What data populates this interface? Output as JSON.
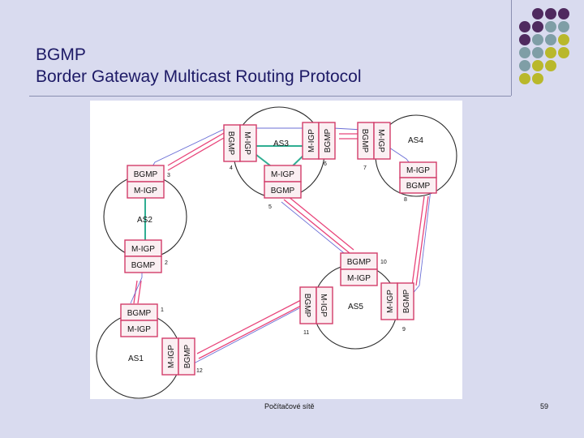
{
  "slide": {
    "title_line1": "BGMP",
    "title_line2": "Border Gateway Multicast Routing Protocol",
    "footer": "Počítačové sítě",
    "page_number": "59"
  },
  "colors": {
    "title": "#1d1a66",
    "dot_purple": "#4f2a5f",
    "dot_teal": "#7f9ea6",
    "dot_olive": "#b9b82b",
    "igp_link": "#2fae92",
    "bgmp_link": "#e8447a",
    "multicast_path": "#6b6fd6"
  },
  "diagram": {
    "domains": [
      {
        "id": "as1",
        "label": "AS1"
      },
      {
        "id": "as2",
        "label": "AS2"
      },
      {
        "id": "as3",
        "label": "AS3"
      },
      {
        "id": "as4",
        "label": "AS4"
      },
      {
        "id": "as5",
        "label": "AS5"
      }
    ],
    "routers": [
      {
        "num": "1",
        "top": "BGMP",
        "bottom": "M-IGP"
      },
      {
        "num": "2",
        "top": "M-IGP",
        "bottom": "BGMP"
      },
      {
        "num": "3",
        "top": "BGMP",
        "bottom": "M-IGP"
      },
      {
        "num": "4",
        "top": "BGMP",
        "bottom": "M-IGP"
      },
      {
        "num": "5",
        "top": "M-IGP",
        "bottom": "BGMP"
      },
      {
        "num": "6",
        "top": "M-IGP",
        "bottom": "BGMP"
      },
      {
        "num": "7",
        "top": "BGMP",
        "bottom": "M-IGP"
      },
      {
        "num": "8",
        "top": "M-IGP",
        "bottom": "BGMP"
      },
      {
        "num": "9",
        "top": "M-IGP",
        "bottom": "BGMP"
      },
      {
        "num": "10",
        "top": "BGMP",
        "bottom": "M-IGP"
      },
      {
        "num": "11",
        "top": "BGMP",
        "bottom": "M-IGP"
      },
      {
        "num": "12",
        "top": "M-IGP",
        "bottom": "BGMP"
      }
    ]
  }
}
